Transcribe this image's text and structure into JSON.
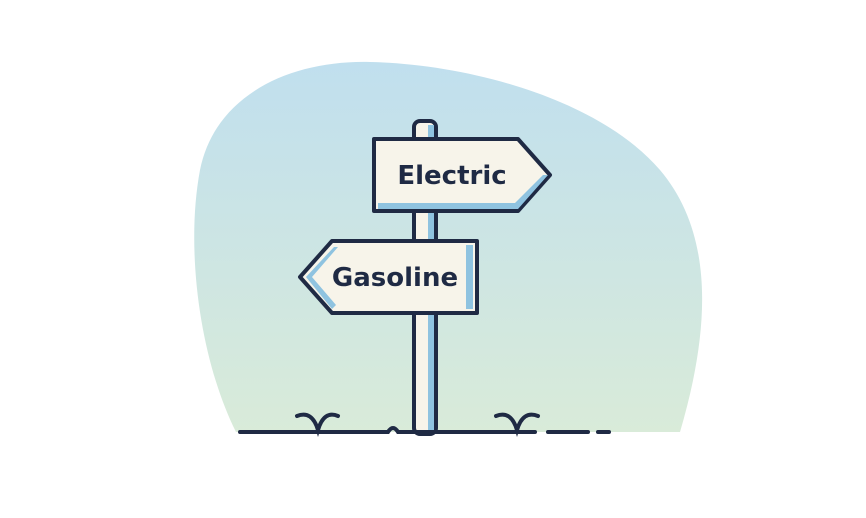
{
  "illustration": {
    "signs": [
      {
        "label": "Electric",
        "direction": "right"
      },
      {
        "label": "Gasoline",
        "direction": "left"
      }
    ],
    "colors": {
      "outline": "#1f2a44",
      "sign_fill": "#f7f4ea",
      "sign_shadow": "#8fc3e0",
      "sky_top": "#c0dfee",
      "sky_bottom": "#d9ebd9"
    }
  }
}
